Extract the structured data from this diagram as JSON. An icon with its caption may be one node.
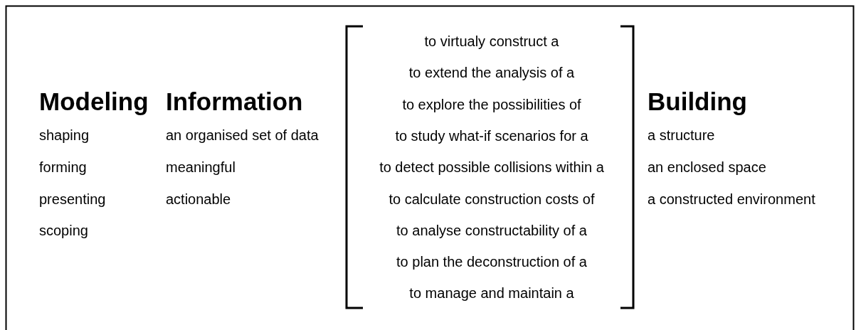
{
  "diagram": {
    "labels": [
      "Modeling",
      "shaping",
      "forming",
      "presenting",
      "scoping",
      "Information",
      "an organised set of data",
      "meaningful",
      "actionable",
      "to virtualy construct a",
      "to extend the analysis of a",
      "to explore the possibilities of",
      "to study what-if scenarios for a",
      "to detect possible collisions within a",
      "to calculate construction costs of",
      "to analyse constructability of a",
      "to plan the deconstruction of a",
      "to manage and maintain a",
      "Building",
      "a structure",
      "an enclosed space",
      "a constructed environment"
    ]
  }
}
